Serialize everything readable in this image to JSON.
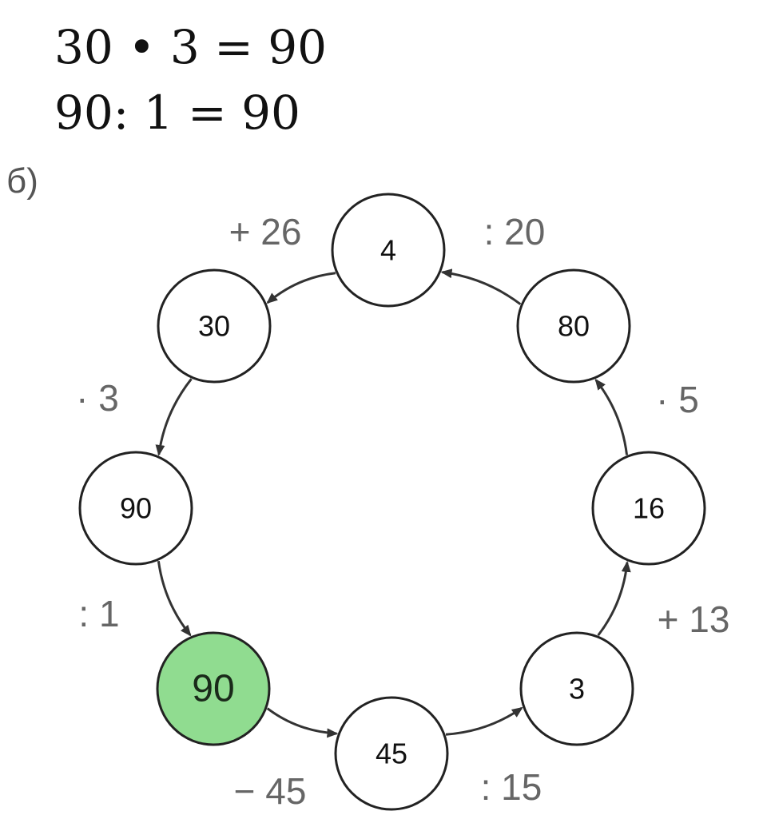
{
  "equations": [
    "30 • 3 = 90",
    "90: 1 = 90"
  ],
  "part_label": "б)",
  "colors": {
    "node_fill": "#ffffff",
    "node_stroke": "#222222",
    "highlight_fill": "#90dc90",
    "arrow": "#333333",
    "op_text": "#666666"
  },
  "nodes": [
    {
      "id": "n4",
      "label": "4"
    },
    {
      "id": "n30",
      "label": "30"
    },
    {
      "id": "n90a",
      "label": "90"
    },
    {
      "id": "n90b",
      "label": "90",
      "highlight": true
    },
    {
      "id": "n45",
      "label": "45"
    },
    {
      "id": "n3",
      "label": "3"
    },
    {
      "id": "n16",
      "label": "16"
    },
    {
      "id": "n80",
      "label": "80"
    }
  ],
  "edges": [
    {
      "from": "n4",
      "to": "n30",
      "op": "+ 26"
    },
    {
      "from": "n30",
      "to": "n90a",
      "op": "· 3"
    },
    {
      "from": "n90a",
      "to": "n90b",
      "op": ": 1"
    },
    {
      "from": "n90b",
      "to": "n45",
      "op": "− 45"
    },
    {
      "from": "n45",
      "to": "n3",
      "op": ": 15"
    },
    {
      "from": "n3",
      "to": "n16",
      "op": "+ 13"
    },
    {
      "from": "n16",
      "to": "n80",
      "op": "· 5"
    },
    {
      "from": "n80",
      "to": "n4",
      "op": ": 20"
    }
  ]
}
